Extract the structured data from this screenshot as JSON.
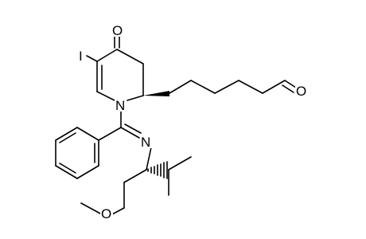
{
  "molecule": {
    "atoms": {
      "oxygen_ketone": "O",
      "iodine": "I",
      "nitrogen_ring": "N",
      "nitrogen_imine": "N",
      "oxygen_aldehyde": "O",
      "oxygen_ether": "O"
    }
  },
  "colors": {
    "bond": "#000000",
    "background": "#ffffff"
  }
}
